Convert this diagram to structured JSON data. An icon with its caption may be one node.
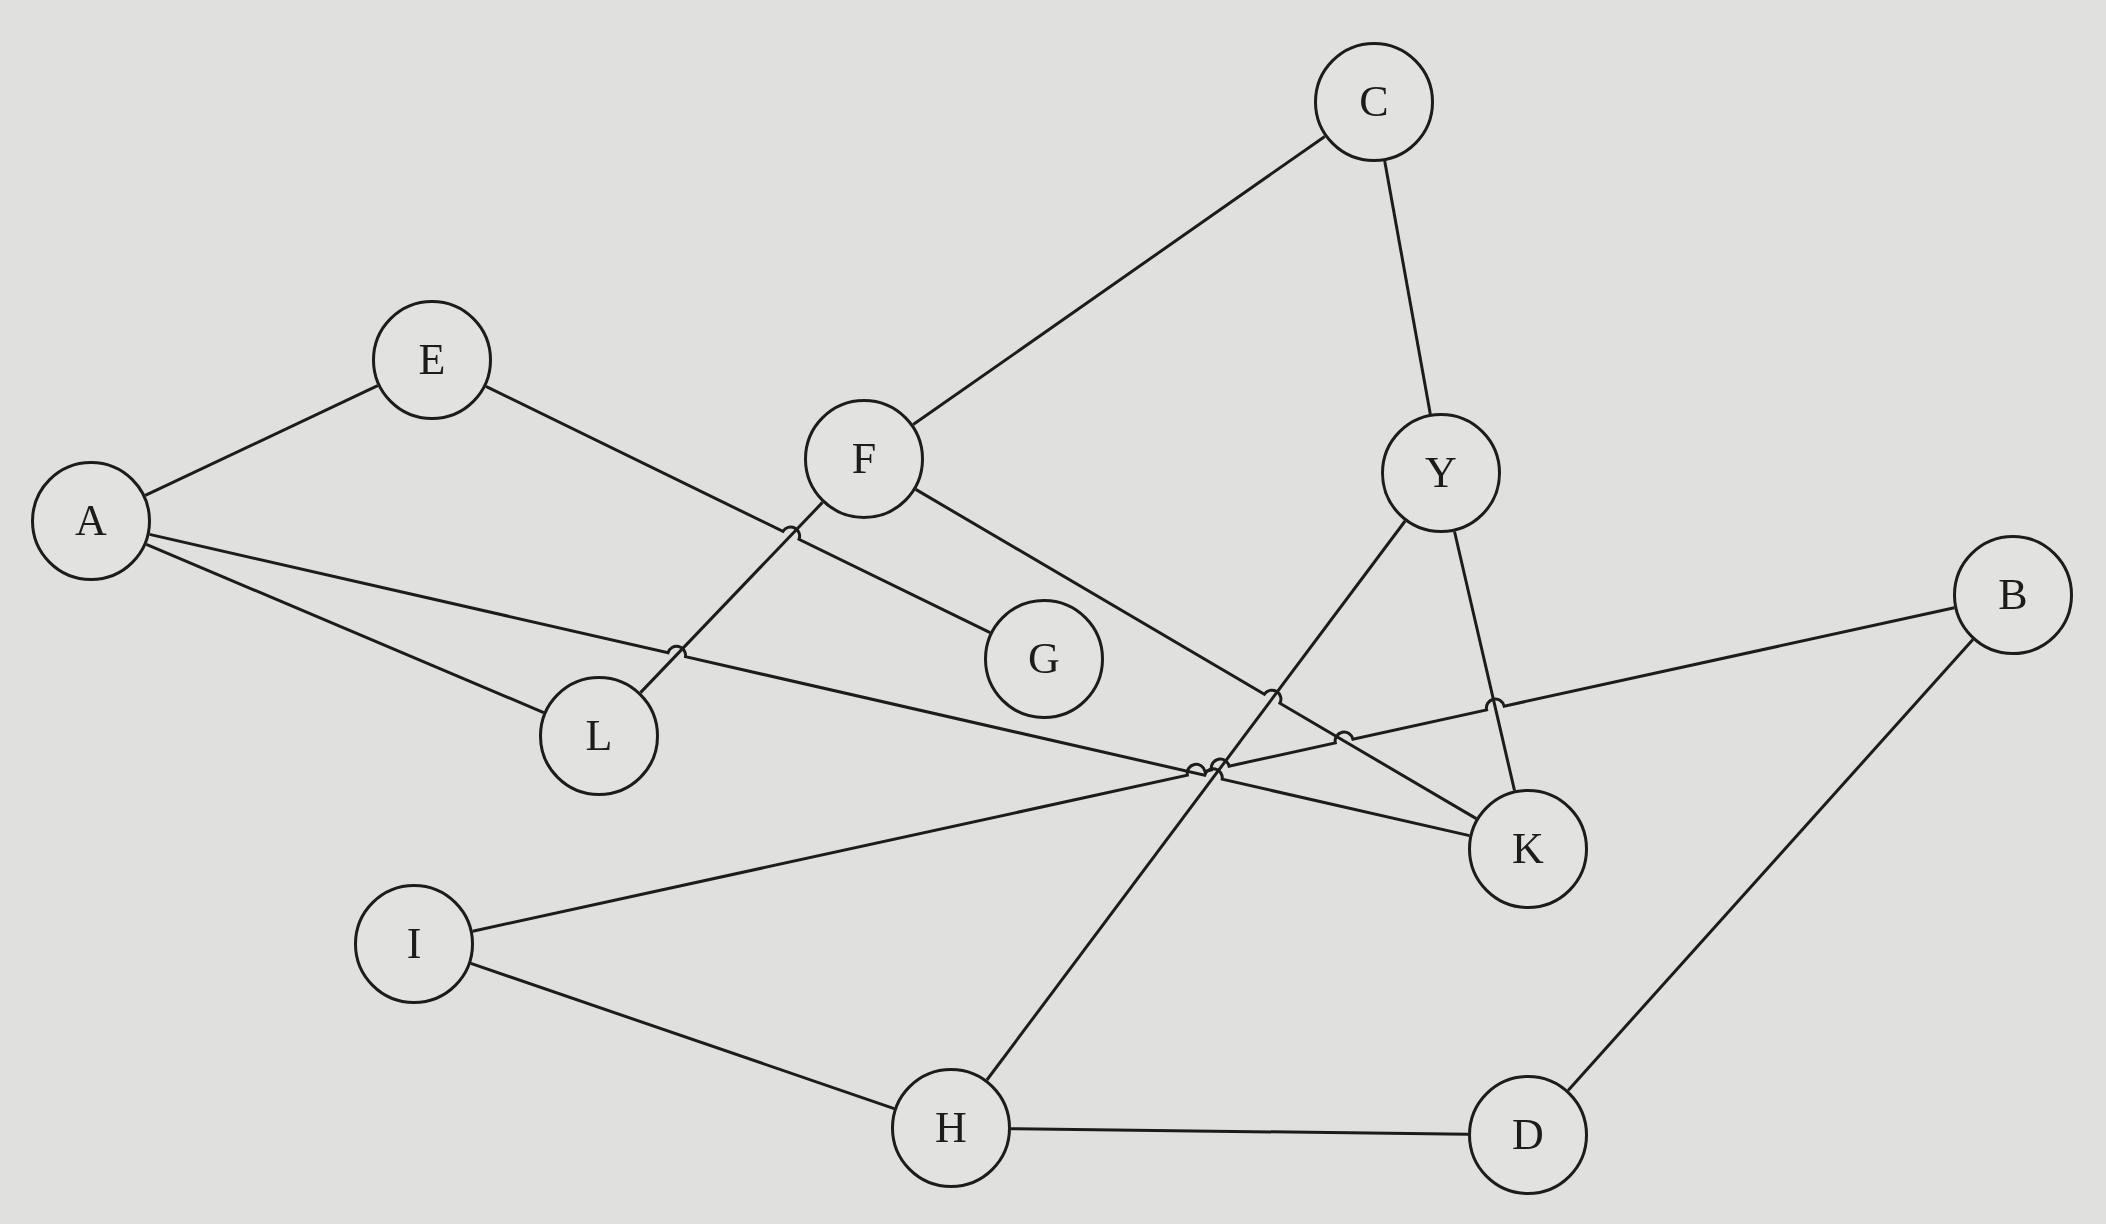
{
  "diagram": {
    "nodes": [
      {
        "text": [
          "C"
        ]
      },
      {
        "text": [
          "E"
        ]
      },
      {
        "text": [
          "F"
        ]
      },
      {
        "text": [
          "Y"
        ]
      },
      {
        "text": [
          "A"
        ]
      },
      {
        "text": [
          "B"
        ]
      },
      {
        "text": [
          "G"
        ]
      },
      {
        "text": [
          "L"
        ]
      },
      {
        "text": [
          "K"
        ]
      },
      {
        "text": [
          "I"
        ]
      },
      {
        "text": [
          "H"
        ]
      },
      {
        "text": [
          "D"
        ]
      }
    ],
    "edges": [
      {
        "from": 4,
        "to": 1,
        "arrow": "none"
      },
      {
        "from": 4,
        "to": 7,
        "arrow": "none"
      },
      {
        "from": 4,
        "to": 8,
        "arrow": "none"
      },
      {
        "from": 1,
        "to": 6,
        "arrow": "none"
      },
      {
        "from": 0,
        "to": 2,
        "arrow": "none"
      },
      {
        "from": 2,
        "to": 7,
        "arrow": "none"
      },
      {
        "from": 2,
        "to": 8,
        "arrow": "none"
      },
      {
        "from": 0,
        "to": 3,
        "arrow": "none"
      },
      {
        "from": 3,
        "to": 8,
        "arrow": "none"
      },
      {
        "from": 3,
        "to": 10,
        "arrow": "none"
      },
      {
        "from": 5,
        "to": 9,
        "arrow": "none"
      },
      {
        "from": 5,
        "to": 11,
        "arrow": "none"
      },
      {
        "from": 9,
        "to": 10,
        "arrow": "none"
      },
      {
        "from": 10,
        "to": 11,
        "arrow": "none"
      }
    ]
  }
}
